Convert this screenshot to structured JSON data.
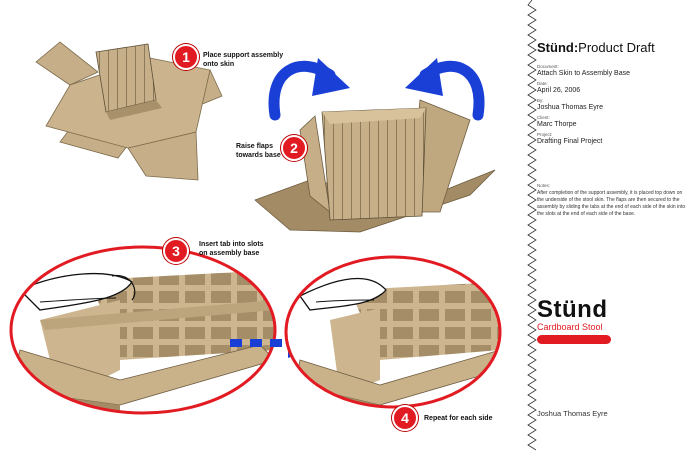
{
  "steps": [
    {
      "number": "1",
      "text_lines": [
        "Place support assembly",
        "onto skin"
      ]
    },
    {
      "number": "2",
      "text_lines": [
        "Raise flaps",
        "towards base"
      ]
    },
    {
      "number": "3",
      "text_lines": [
        "Insert tab into slots",
        "on assembly base"
      ]
    },
    {
      "number": "4",
      "text_lines": [
        "Repeat for each side"
      ]
    }
  ],
  "info": {
    "title_brand": "Stünd:",
    "title_rest": "Product Draft",
    "document_label": "Document:",
    "document_value": "Attach Skin to Assembly Base",
    "date_label": "Date:",
    "date_value": "April 26, 2006",
    "by_label": "By:",
    "by_value": "Joshua Thomas Eyre",
    "client_label": "Client:",
    "client_value": "Marc Thorpe",
    "project_label": "Project:",
    "project_value": "Drafting Final Project",
    "notes_label": "Notes:",
    "notes_text": "After completion of the support assembly, it is placed top down on the underside of the stool skin. The flaps are then secured to the assembly by sliding the tabs at the end of each side of the skin into the slots at the end of each side of the base."
  },
  "brand": {
    "name": "Stünd",
    "subtitle": "Cardboard Stool",
    "author": "Joshua Thomas Eyre"
  },
  "colors": {
    "accent_red": "#e21b23",
    "arrow_blue": "#1a3fd6",
    "cardboard": "#c4ad86",
    "cardboard_dark": "#8a7654"
  }
}
